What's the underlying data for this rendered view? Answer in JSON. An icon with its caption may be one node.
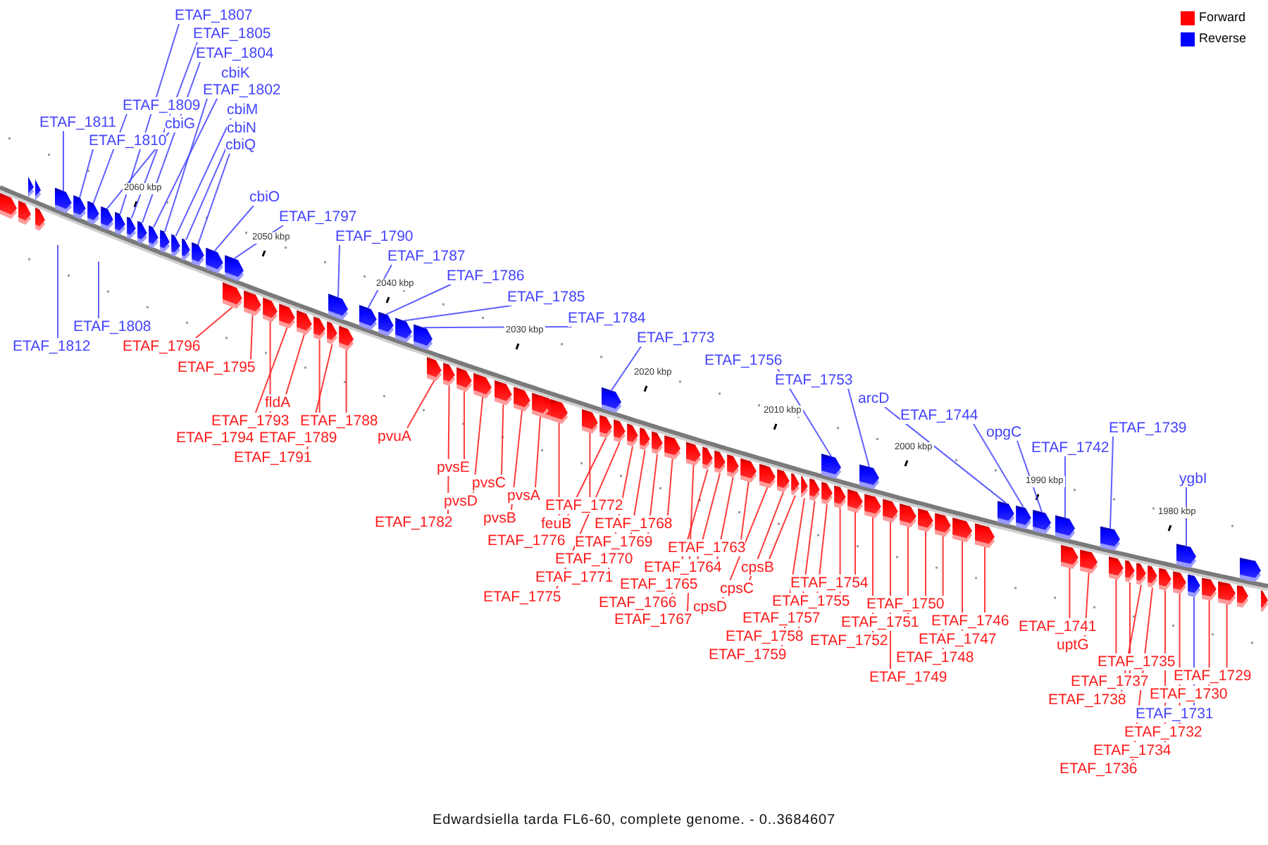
{
  "diagram": {
    "caption": "Edwardsiella tarda FL6-60, complete genome. - 0..3684607",
    "nodes": [
      {
        "text": [
          "ETAF_1807"
        ]
      },
      {
        "text": [
          "ETAF_1805"
        ]
      },
      {
        "text": [
          "ETAF_1804"
        ]
      },
      {
        "text": [
          "cbiK"
        ]
      },
      {
        "text": [
          "ETAF_1802"
        ]
      },
      {
        "text": [
          "ETAF_1809"
        ]
      },
      {
        "text": [
          "cbiM"
        ]
      },
      {
        "text": [
          "ETAF_1811"
        ]
      },
      {
        "text": [
          "cbiG"
        ]
      },
      {
        "text": [
          "cbiN"
        ]
      },
      {
        "text": [
          "ETAF_1810"
        ]
      },
      {
        "text": [
          "cbiQ"
        ]
      },
      {
        "text": [
          "cbiO"
        ]
      },
      {
        "text": [
          "ETAF_1797"
        ]
      },
      {
        "text": [
          "ETAF_1790"
        ]
      },
      {
        "text": [
          "ETAF_1787"
        ]
      },
      {
        "text": [
          "ETAF_1786"
        ]
      },
      {
        "text": [
          "ETAF_1785"
        ]
      },
      {
        "text": [
          "ETAF_1784"
        ]
      },
      {
        "text": [
          "ETAF_1773"
        ]
      },
      {
        "text": [
          "ETAF_1756"
        ]
      },
      {
        "text": [
          "ETAF_1753"
        ]
      },
      {
        "text": [
          "arcD"
        ]
      },
      {
        "text": [
          "ETAF_1744"
        ]
      },
      {
        "text": [
          "opgC"
        ]
      },
      {
        "text": [
          "ETAF_1742"
        ]
      },
      {
        "text": [
          "ETAF_1739"
        ]
      },
      {
        "text": [
          "ygbI"
        ]
      },
      {
        "text": [
          "ETAF_1812"
        ]
      },
      {
        "text": [
          "ETAF_1808"
        ]
      },
      {
        "text": [
          "ETAF_1796"
        ]
      },
      {
        "text": [
          "ETAF_1795"
        ]
      },
      {
        "text": [
          "fldA"
        ]
      },
      {
        "text": [
          "ETAF_1793"
        ]
      },
      {
        "text": [
          "ETAF_1788"
        ]
      },
      {
        "text": [
          "ETAF_1794"
        ]
      },
      {
        "text": [
          "ETAF_1789"
        ]
      },
      {
        "text": [
          "ETAF_1791"
        ]
      },
      {
        "text": [
          "pvuA"
        ]
      },
      {
        "text": [
          "pvsE"
        ]
      },
      {
        "text": [
          "pvsC"
        ]
      },
      {
        "text": [
          "pvsA"
        ]
      },
      {
        "text": [
          "pvsD"
        ]
      },
      {
        "text": [
          "ETAF_1772"
        ]
      },
      {
        "text": [
          "ETAF_1782"
        ]
      },
      {
        "text": [
          "pvsB"
        ]
      },
      {
        "text": [
          "feuB"
        ]
      },
      {
        "text": [
          "ETAF_1768"
        ]
      },
      {
        "text": [
          "ETAF_1776"
        ]
      },
      {
        "text": [
          "ETAF_1769"
        ]
      },
      {
        "text": [
          "ETAF_1763"
        ]
      },
      {
        "text": [
          "ETAF_1770"
        ]
      },
      {
        "text": [
          "ETAF_1764"
        ]
      },
      {
        "text": [
          "cpsB"
        ]
      },
      {
        "text": [
          "ETAF_1771"
        ]
      },
      {
        "text": [
          "ETAF_1754"
        ]
      },
      {
        "text": [
          "ETAF_1765"
        ]
      },
      {
        "text": [
          "cpsC"
        ]
      },
      {
        "text": [
          "ETAF_1775"
        ]
      },
      {
        "text": [
          "ETAF_1755"
        ]
      },
      {
        "text": [
          "ETAF_1766"
        ]
      },
      {
        "text": [
          "ETAF_1750"
        ]
      },
      {
        "text": [
          "cpsD"
        ]
      },
      {
        "text": [
          "ETAF_1757"
        ]
      },
      {
        "text": [
          "ETAF_1767"
        ]
      },
      {
        "text": [
          "ETAF_1746"
        ]
      },
      {
        "text": [
          "ETAF_1751"
        ]
      },
      {
        "text": [
          "ETAF_1741"
        ]
      },
      {
        "text": [
          "ETAF_1758"
        ]
      },
      {
        "text": [
          "ETAF_1747"
        ]
      },
      {
        "text": [
          "ETAF_1752"
        ]
      },
      {
        "text": [
          "uptG"
        ]
      },
      {
        "text": [
          "ETAF_1759"
        ]
      },
      {
        "text": [
          "ETAF_1748"
        ]
      },
      {
        "text": [
          "ETAF_1735"
        ]
      },
      {
        "text": [
          "ETAF_1729"
        ]
      },
      {
        "text": [
          "ETAF_1749"
        ]
      },
      {
        "text": [
          "ETAF_1737"
        ]
      },
      {
        "text": [
          "ETAF_1730"
        ]
      },
      {
        "text": [
          "ETAF_1738"
        ]
      },
      {
        "text": [
          "ETAF_1731"
        ]
      },
      {
        "text": [
          "ETAF_1732"
        ]
      },
      {
        "text": [
          "ETAF_1734"
        ]
      },
      {
        "text": [
          "ETAF_1736"
        ]
      },
      {
        "text": [],
        "shape": "box"
      },
      {
        "text": [],
        "shape": "box"
      },
      {
        "text": [],
        "shape": "box"
      },
      {
        "text": [],
        "shape": "box"
      },
      {
        "text": [],
        "shape": "box"
      },
      {
        "text": [],
        "shape": "box"
      },
      {
        "text": [],
        "shape": "box"
      },
      {
        "text": [],
        "shape": "box"
      },
      {
        "text": [],
        "shape": "box"
      },
      {
        "text": [],
        "shape": "box"
      },
      {
        "text": [],
        "shape": "box"
      },
      {
        "text": [],
        "shape": "box"
      },
      {
        "text": [],
        "shape": "box"
      },
      {
        "text": [],
        "shape": "box"
      },
      {
        "text": [],
        "shape": "box"
      },
      {
        "text": [],
        "shape": "box"
      },
      {
        "text": [],
        "shape": "box"
      },
      {
        "text": [],
        "shape": "box"
      },
      {
        "text": [],
        "shape": "box"
      },
      {
        "text": [],
        "shape": "box"
      },
      {
        "text": [],
        "shape": "box"
      },
      {
        "text": [],
        "shape": "box"
      },
      {
        "text": [],
        "shape": "box"
      },
      {
        "text": [],
        "shape": "box"
      },
      {
        "text": [],
        "shape": "box"
      },
      {
        "text": [],
        "shape": "box"
      },
      {
        "text": [],
        "shape": "box"
      },
      {
        "text": [],
        "shape": "box"
      },
      {
        "text": [],
        "shape": "box"
      },
      {
        "text": [],
        "shape": "box"
      },
      {
        "text": [],
        "shape": "box"
      },
      {
        "text": [],
        "shape": "box"
      },
      {
        "text": [],
        "shape": "box"
      },
      {
        "text": [],
        "shape": "box"
      },
      {
        "text": [],
        "shape": "box"
      },
      {
        "text": [],
        "shape": "box"
      },
      {
        "text": [],
        "shape": "box"
      },
      {
        "text": [],
        "shape": "box"
      },
      {
        "text": [],
        "shape": "box"
      },
      {
        "text": [],
        "shape": "box"
      },
      {
        "text": [],
        "shape": "box"
      },
      {
        "text": [],
        "shape": "box"
      },
      {
        "text": [],
        "shape": "box"
      },
      {
        "text": [],
        "shape": "box"
      },
      {
        "text": [],
        "shape": "box"
      },
      {
        "text": [],
        "shape": "box"
      },
      {
        "text": [],
        "shape": "box"
      },
      {
        "text": [],
        "shape": "box"
      },
      {
        "text": [],
        "shape": "box"
      },
      {
        "text": [],
        "shape": "box"
      },
      {
        "text": [],
        "shape": "box"
      },
      {
        "text": [],
        "shape": "box"
      },
      {
        "text": [],
        "shape": "box"
      },
      {
        "text": [],
        "shape": "box"
      },
      {
        "text": [],
        "shape": "box"
      },
      {
        "text": [],
        "shape": "box"
      },
      {
        "text": [],
        "shape": "box"
      },
      {
        "text": [],
        "shape": "box"
      },
      {
        "text": [],
        "shape": "box"
      },
      {
        "text": [],
        "shape": "box"
      },
      {
        "text": [],
        "shape": "box"
      },
      {
        "text": [],
        "shape": "box"
      },
      {
        "text": [],
        "shape": "box"
      },
      {
        "text": [],
        "shape": "box"
      },
      {
        "text": [],
        "shape": "box"
      },
      {
        "text": [],
        "shape": "box"
      },
      {
        "text": [],
        "shape": "box"
      },
      {
        "text": [],
        "shape": "box"
      },
      {
        "text": [],
        "shape": "box"
      },
      {
        "text": [],
        "shape": "box"
      },
      {
        "text": [],
        "shape": "box"
      },
      {
        "text": [],
        "shape": "box"
      },
      {
        "text": [],
        "shape": "box"
      },
      {
        "text": [],
        "shape": "box"
      },
      {
        "text": [],
        "shape": "box"
      },
      {
        "text": [],
        "shape": "box"
      },
      {
        "text": [],
        "shape": "box"
      },
      {
        "text": [],
        "shape": "box"
      },
      {
        "text": [],
        "shape": "box"
      },
      {
        "text": [],
        "shape": "box"
      },
      {
        "text": [],
        "shape": "box"
      },
      {
        "text": [],
        "shape": "box"
      }
    ],
    "edges": [
      {
        "from": 0,
        "to": 88,
        "arrow": "none",
        "color": "#4444ff"
      },
      {
        "from": 1,
        "to": 89,
        "arrow": "none",
        "color": "#4444ff"
      },
      {
        "from": 2,
        "to": 90,
        "arrow": "none",
        "color": "#4444ff"
      },
      {
        "from": 3,
        "to": 91,
        "arrow": "none",
        "color": "#4444ff"
      },
      {
        "from": 4,
        "to": 92,
        "arrow": "none",
        "color": "#4444ff"
      },
      {
        "from": 5,
        "to": 86,
        "arrow": "none",
        "color": "#4444ff"
      },
      {
        "from": 6,
        "to": 93,
        "arrow": "none",
        "color": "#4444ff"
      },
      {
        "from": 7,
        "to": 84,
        "arrow": "none",
        "color": "#4444ff"
      },
      {
        "from": 8,
        "to": 87,
        "arrow": "none",
        "color": "#4444ff"
      },
      {
        "from": 9,
        "to": 94,
        "arrow": "none",
        "color": "#4444ff"
      },
      {
        "from": 10,
        "to": 85,
        "arrow": "none",
        "color": "#4444ff"
      },
      {
        "from": 11,
        "to": 95,
        "arrow": "none",
        "color": "#4444ff"
      },
      {
        "from": 12,
        "to": 96,
        "arrow": "none",
        "color": "#4444ff"
      },
      {
        "from": 13,
        "to": 98,
        "arrow": "none",
        "color": "#4444ff"
      },
      {
        "from": 14,
        "to": 105,
        "arrow": "none",
        "color": "#4444ff"
      },
      {
        "from": 15,
        "to": 107,
        "arrow": "none",
        "color": "#4444ff"
      },
      {
        "from": 16,
        "to": 108,
        "arrow": "none",
        "color": "#4444ff"
      },
      {
        "from": 17,
        "to": 109,
        "arrow": "none",
        "color": "#4444ff"
      },
      {
        "from": 18,
        "to": 110,
        "arrow": "none",
        "color": "#4444ff"
      },
      {
        "from": 19,
        "to": 121,
        "arrow": "none",
        "color": "#4444ff"
      },
      {
        "from": 20,
        "to": 138,
        "arrow": "none",
        "color": "#4444ff"
      },
      {
        "from": 21,
        "to": 141,
        "arrow": "none",
        "color": "#4444ff"
      },
      {
        "from": 22,
        "to": 149,
        "arrow": "none",
        "color": "#4444ff"
      },
      {
        "from": 23,
        "to": 150,
        "arrow": "none",
        "color": "#4444ff"
      },
      {
        "from": 24,
        "to": 151,
        "arrow": "none",
        "color": "#4444ff"
      },
      {
        "from": 25,
        "to": 152,
        "arrow": "none",
        "color": "#4444ff"
      },
      {
        "from": 26,
        "to": 155,
        "arrow": "none",
        "color": "#4444ff"
      },
      {
        "from": 27,
        "to": 162,
        "arrow": "none",
        "color": "#4444ff"
      },
      {
        "from": 28,
        "to": null,
        "arrow": "none",
        "color": "#4444ff"
      },
      {
        "from": 29,
        "to": null,
        "arrow": "none",
        "color": "#4444ff"
      },
      {
        "from": 30,
        "to": 97,
        "arrow": "none"
      },
      {
        "from": 31,
        "to": 99,
        "arrow": "none"
      },
      {
        "from": 32,
        "to": 102,
        "arrow": "none"
      },
      {
        "from": 33,
        "to": 100,
        "arrow": "none"
      },
      {
        "from": 34,
        "to": 106,
        "arrow": "none"
      },
      {
        "from": 35,
        "to": 101,
        "arrow": "none"
      },
      {
        "from": 36,
        "to": 103,
        "arrow": "none"
      },
      {
        "from": 37,
        "to": 104,
        "arrow": "none"
      },
      {
        "from": 38,
        "to": 111,
        "arrow": "none"
      },
      {
        "from": 39,
        "to": 113,
        "arrow": "none"
      },
      {
        "from": 40,
        "to": 115,
        "arrow": "none"
      },
      {
        "from": 41,
        "to": 117,
        "arrow": "none"
      },
      {
        "from": 42,
        "to": 114,
        "arrow": "none"
      },
      {
        "from": 43,
        "to": 119,
        "arrow": "none"
      },
      {
        "from": 44,
        "to": 112,
        "arrow": "none"
      },
      {
        "from": 45,
        "to": 116,
        "arrow": "none"
      },
      {
        "from": 46,
        "to": 120,
        "arrow": "none"
      },
      {
        "from": 47,
        "to": 126,
        "arrow": "none"
      },
      {
        "from": 48,
        "to": 118,
        "arrow": "none"
      },
      {
        "from": 49,
        "to": 125,
        "arrow": "none"
      },
      {
        "from": 50,
        "to": 131,
        "arrow": "none"
      },
      {
        "from": 51,
        "to": 124,
        "arrow": "none"
      },
      {
        "from": 52,
        "to": 130,
        "arrow": "none"
      },
      {
        "from": 53,
        "to": 134,
        "arrow": "none"
      },
      {
        "from": 54,
        "to": 123,
        "arrow": "none"
      },
      {
        "from": 55,
        "to": 140,
        "arrow": "none"
      },
      {
        "from": 56,
        "to": 129,
        "arrow": "none"
      },
      {
        "from": 57,
        "to": 133,
        "arrow": "none"
      },
      {
        "from": 58,
        "to": 122,
        "arrow": "none"
      },
      {
        "from": 59,
        "to": 139,
        "arrow": "none"
      },
      {
        "from": 60,
        "to": 128,
        "arrow": "none"
      },
      {
        "from": 61,
        "to": 145,
        "arrow": "none"
      },
      {
        "from": 62,
        "to": 132,
        "arrow": "none"
      },
      {
        "from": 63,
        "to": 137,
        "arrow": "none"
      },
      {
        "from": 64,
        "to": 127,
        "arrow": "none"
      },
      {
        "from": 65,
        "to": 148,
        "arrow": "none"
      },
      {
        "from": 66,
        "to": 144,
        "arrow": "none"
      },
      {
        "from": 67,
        "to": 153,
        "arrow": "none"
      },
      {
        "from": 68,
        "to": 136,
        "arrow": "none"
      },
      {
        "from": 69,
        "to": 147,
        "arrow": "none"
      },
      {
        "from": 70,
        "to": 142,
        "arrow": "none"
      },
      {
        "from": 71,
        "to": 154,
        "arrow": "none"
      },
      {
        "from": 72,
        "to": 135,
        "arrow": "none"
      },
      {
        "from": 73,
        "to": 146,
        "arrow": "none"
      },
      {
        "from": 74,
        "to": 156,
        "arrow": "none"
      },
      {
        "from": 75,
        "to": 165,
        "arrow": "none"
      },
      {
        "from": 76,
        "to": 143,
        "arrow": "none"
      },
      {
        "from": 77,
        "to": 157,
        "arrow": "none"
      },
      {
        "from": 78,
        "to": 164,
        "arrow": "none"
      },
      {
        "from": 79,
        "to": 158,
        "arrow": "none"
      },
      {
        "from": 80,
        "to": 163,
        "arrow": "none",
        "color": "#4444ff"
      },
      {
        "from": 81,
        "to": 161,
        "arrow": "none"
      },
      {
        "from": 82,
        "to": 160,
        "arrow": "none"
      },
      {
        "from": 83,
        "to": 159,
        "arrow": "none"
      }
    ],
    "labels": [
      "2060 kbp",
      "2050 kbp",
      "2040 kbp",
      "2030 kbp",
      "2020 kbp",
      "2010 kbp",
      "2000 kbp",
      "1990 kbp",
      "1980 kbp"
    ],
    "legend": [
      {
        "text": "Forward",
        "color": "#ff0000"
      },
      {
        "text": "Reverse",
        "color": "#0000ff"
      }
    ]
  }
}
